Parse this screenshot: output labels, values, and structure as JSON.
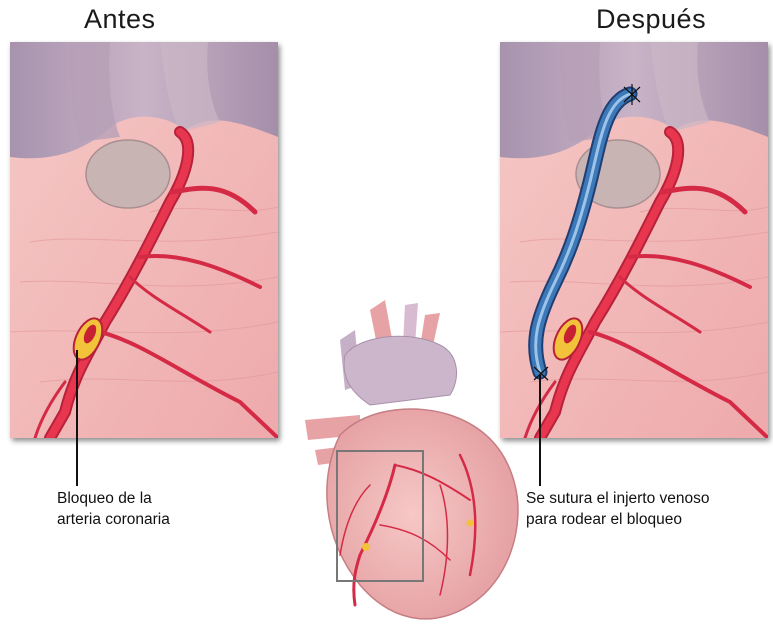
{
  "panels": {
    "before": {
      "title": "Antes"
    },
    "after": {
      "title": "Después"
    }
  },
  "captions": {
    "blockage_line1": "Bloqueo de la",
    "blockage_line2": "arteria coronaria",
    "graft_line1": "Se sutura el injerto venoso",
    "graft_line2": "para rodear el bloqueo"
  },
  "colors": {
    "tissue": "#f2b8b8",
    "artery": "#e2304a",
    "vein_graft": "#3d78b8",
    "plaque": "#f2c23a",
    "aorta": "#b9a3bd"
  }
}
